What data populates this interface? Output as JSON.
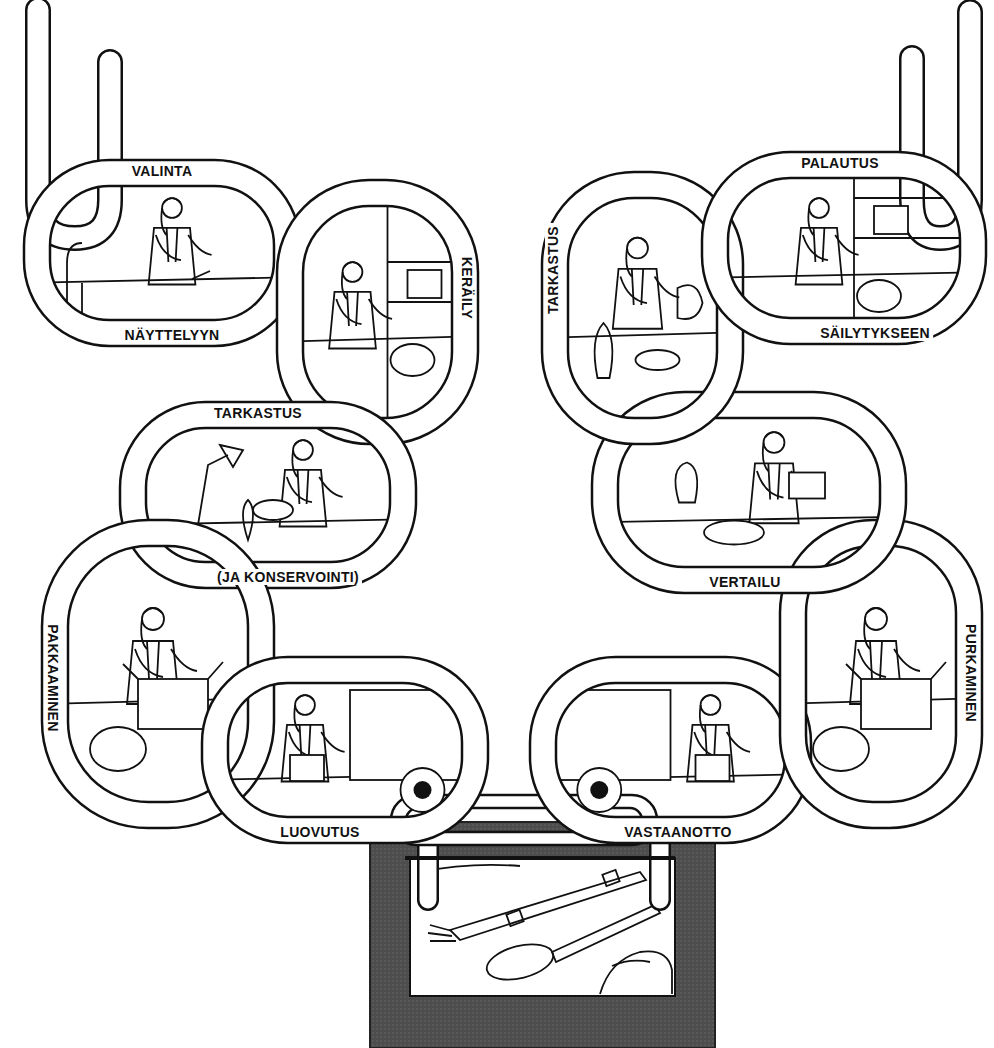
{
  "diagram": {
    "nodes": [
      {
        "text": [
          "VALINTA",
          "NÄYTTELYYN"
        ]
      },
      {
        "text": [
          "KERÄILY"
        ]
      },
      {
        "text": [
          "TARKASTUS",
          "(JA KONSERVOINTI)"
        ]
      },
      {
        "text": [
          "PAKKAAMINEN"
        ]
      },
      {
        "text": [
          "LUOVUTUS"
        ]
      },
      {
        "text": [
          "VASTAANOTTO"
        ]
      },
      {
        "text": [
          "PURKAMINEN"
        ]
      },
      {
        "text": [
          "VERTAILU"
        ]
      },
      {
        "text": [
          "TARKASTUS"
        ]
      },
      {
        "text": [
          "PALAUTUS",
          "SÄILYTYKSEEN"
        ]
      }
    ]
  }
}
